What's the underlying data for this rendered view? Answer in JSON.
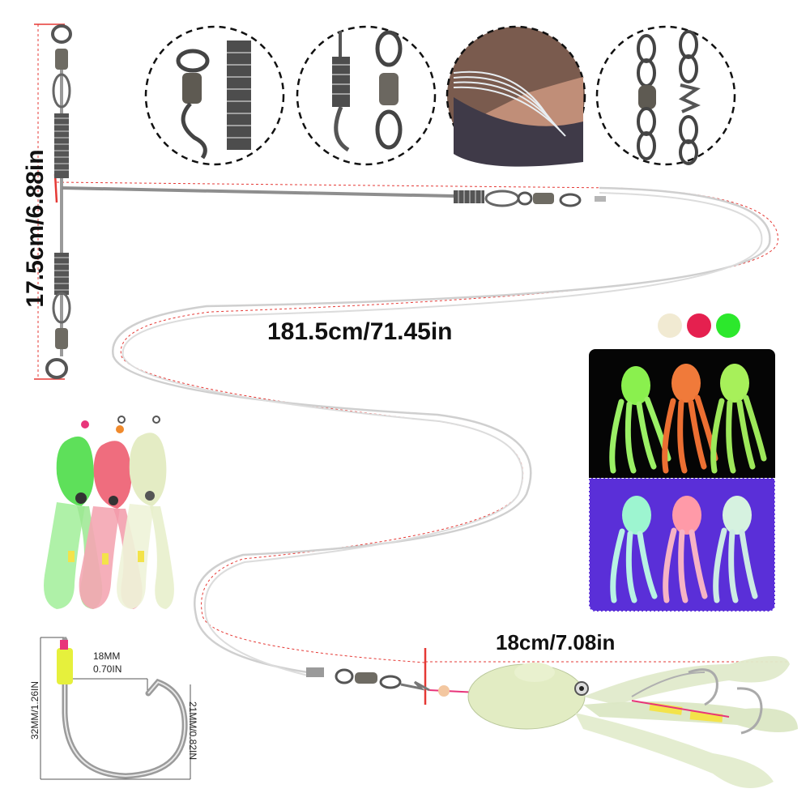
{
  "dimensions": {
    "arm_length": "17.5cm/6.88in",
    "total_length": "181.5cm/71.45in",
    "skirt_length": "18cm/7.08in"
  },
  "hook": {
    "gap_mm": "18MM",
    "gap_in": "0.70IN",
    "length": "32MM/1.26IN",
    "width": "21MM/0.82IN"
  },
  "color_options": [
    "#f1ead2",
    "#e5204f",
    "#2ce82c"
  ],
  "detail_icons": [
    "swivel-snap-detail",
    "spring-swivel-detail",
    "fishing-line-detail",
    "chain-snap-detail"
  ]
}
